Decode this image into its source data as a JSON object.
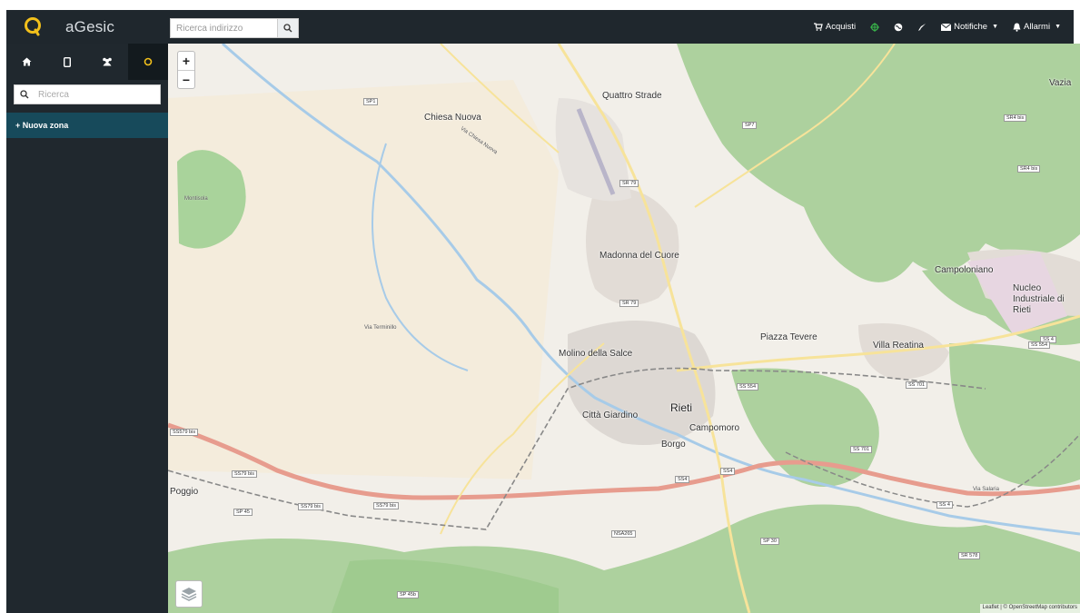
{
  "app": {
    "brand": "aGesic"
  },
  "header": {
    "search_placeholder": "Ricerca indirizzo",
    "nav": {
      "acquisti": "Acquisti",
      "notifiche": "Notifiche",
      "allarmi": "Allarmi"
    }
  },
  "sidebar": {
    "search_placeholder": "Ricerca",
    "new_zone": "+ Nuova zona"
  },
  "map": {
    "zoom_in": "+",
    "zoom_out": "−",
    "places": {
      "quattro_strade": "Quattro Strade",
      "chiesa_nuova": "Chiesa Nuova",
      "madonna_del_cuore": "Madonna del Cuore",
      "campoloniano": "Campoloniano",
      "nucleo_industriale": "Nucleo Industriale di Rieti",
      "piazza_tevere": "Piazza Tevere",
      "villa_reatina": "Villa Reatina",
      "rieti": "Rieti",
      "citta_giardino": "Città Giardino",
      "campomoro": "Campomoro",
      "borgo": "Borgo",
      "molino_della_salce": "Molino della Salce",
      "poggio": "Poggio",
      "vazia": "Vazia",
      "montisola": "Montisola"
    },
    "roads": {
      "sp1": "SP1",
      "sp7": "SP7",
      "sp79": "SR 79",
      "sr79b": "SR 79",
      "ss4": "SS 4",
      "ss4b": "SS4",
      "ss4c": "SS4",
      "ss4d": "SS 4",
      "sr4bis": "SR4 bis",
      "sr4bis2": "SR4 bis",
      "ss579a": "SS579 bis",
      "ss579b": "SS79 bis",
      "ss579c": "SS79 bis",
      "ss579d": "SS79 bis",
      "sp45": "SP 45",
      "sp30": "SP 30",
      "sp45b": "SP 45b",
      "ss701": "SS 701",
      "ss701b": "SS 701",
      "ss4_554": "SS 554",
      "ss4_554b": "SS 554",
      "nsa": "NSA265",
      "sr578": "SR 578",
      "via_salaria": "Via Salaria",
      "via_terminillo": "Via Terminillo",
      "via_chiesa_nuova": "Via Chiesa Nuova"
    },
    "attribution": "Leaflet | © OpenStreetMap contributors"
  }
}
